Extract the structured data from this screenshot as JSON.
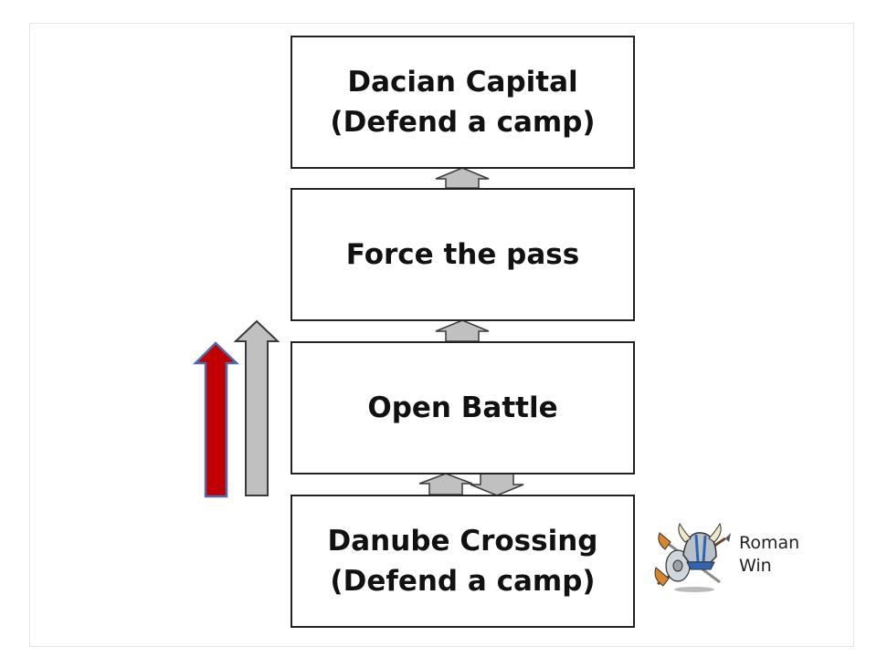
{
  "stages": [
    {
      "id": "capital",
      "line1": "Dacian Capital",
      "line2": "(Defend a camp)"
    },
    {
      "id": "pass",
      "line1": "Force the pass",
      "line2": ""
    },
    {
      "id": "battle",
      "line1": "Open Battle",
      "line2": ""
    },
    {
      "id": "danube",
      "line1": "Danube Crossing",
      "line2": "(Defend a camp)"
    }
  ],
  "legend": {
    "line1": "Roman",
    "line2": "Win",
    "icon": "roman-helmet-weapons-icon"
  },
  "colors": {
    "arrow_gray": "#c0c0c0",
    "arrow_gray_outline": "#3a3a3a",
    "arrow_red": "#c00000",
    "arrow_red_outline": "#4f6bb0",
    "box_border": "#222222"
  }
}
